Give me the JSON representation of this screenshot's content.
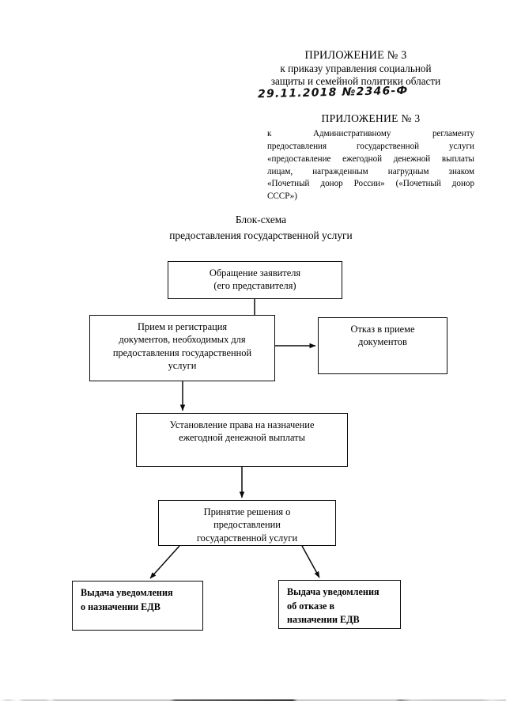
{
  "document": {
    "header_appendix_1": {
      "title": "ПРИЛОЖЕНИЕ № 3",
      "line_1": "к приказу управления социальной",
      "line_2": "защиты и семейной политики области",
      "handwritten_date_number": "29.11.2018  №2346-Ф"
    },
    "header_appendix_2": {
      "title": "ПРИЛОЖЕНИЕ  № 3",
      "line_1": "к Административному регламенту",
      "line_2": "предоставления государственной услуги",
      "line_3": "«предоставление ежегодной денежной выплаты",
      "line_4": "лицам, награжденным нагрудным знаком",
      "line_5": "«Почетный донор России» («Почетный донор",
      "line_6": "СССР»)"
    },
    "chart_title": {
      "line_1": "Блок-схема",
      "line_2": "предоставления государственной услуги"
    }
  },
  "flowchart": {
    "type": "flowchart",
    "nodes": [
      {
        "id": "node-1",
        "lines": [
          "Обращение заявителя",
          "(его представителя)"
        ],
        "align": "center"
      },
      {
        "id": "node-2",
        "lines": [
          "Прием и регистрация",
          "документов, необходимых для",
          "предоставления государственной",
          "услуги"
        ],
        "align": "center"
      },
      {
        "id": "node-3",
        "lines": [
          "Отказ в приеме",
          "документов"
        ],
        "align": "center"
      },
      {
        "id": "node-4",
        "lines": [
          "Установление права на назначение",
          "ежегодной денежной выплаты"
        ],
        "align": "center"
      },
      {
        "id": "node-5",
        "lines": [
          "Принятие решения о",
          "предоставлении",
          "государственной услуги"
        ],
        "align": "center"
      },
      {
        "id": "node-6",
        "lines": [
          "Выдача уведомления",
          "о назначении ЕДВ"
        ],
        "align": "left"
      },
      {
        "id": "node-7",
        "lines": [
          "Выдача уведомления",
          "об отказе в",
          "назначении ЕДВ"
        ],
        "align": "left"
      }
    ],
    "edges": [
      {
        "from": "node-1",
        "to": "node-2",
        "kind": "vertical"
      },
      {
        "from": "node-2",
        "to": "node-3",
        "kind": "horizontal-arrow"
      },
      {
        "from": "node-2",
        "to": "node-4",
        "kind": "vertical-arrow"
      },
      {
        "from": "node-4",
        "to": "node-5",
        "kind": "vertical-arrow"
      },
      {
        "from": "node-5",
        "to": "node-6",
        "kind": "diagonal-arrow-left"
      },
      {
        "from": "node-5",
        "to": "node-7",
        "kind": "diagonal-arrow-right"
      }
    ]
  },
  "colors": {
    "ink": "#0b0b0b",
    "page": "#ffffff"
  }
}
